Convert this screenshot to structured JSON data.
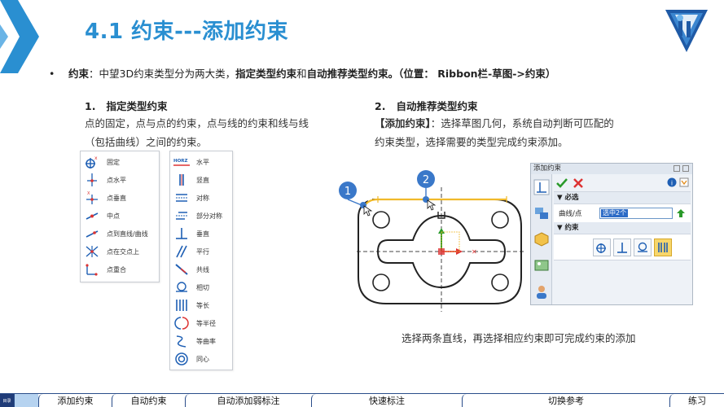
{
  "header": {
    "title": "4.1  约束---添加约束",
    "accent_color": "#2a8fd1"
  },
  "bullet": {
    "term": "约束",
    "sep": "：中望3D约束类型分为两大类，",
    "type1": "指定类型约束",
    "and": "和",
    "type2": "自动推荐类型约束",
    "period": "。",
    "location": "（位置： Ribbon栏-草图->约束）"
  },
  "section1": {
    "num": "1.",
    "title": "指定类型约束",
    "lines": [
      "点的固定，点与点的约束，点与线的约束和线与线",
      "（包括曲线）之间的约束。"
    ]
  },
  "section2": {
    "num": "2.",
    "title": "自动推荐类型约束",
    "bold_prefix": "【添加约束】",
    "line1_rest": "：选择草图几何，系统自动判断可匹配的",
    "line2": "约束类型，选择需要的类型完成约束添加。"
  },
  "panel_point": {
    "items": [
      {
        "label": "固定",
        "icon": "fix-icon"
      },
      {
        "label": "点水平",
        "icon": "point-horizontal-icon"
      },
      {
        "label": "点垂直",
        "icon": "point-vertical-icon"
      },
      {
        "label": "中点",
        "icon": "midpoint-icon"
      },
      {
        "label": "点到直线/曲线",
        "icon": "point-on-curve-icon"
      },
      {
        "label": "点在交点上",
        "icon": "point-on-intersection-icon"
      },
      {
        "label": "点重合",
        "icon": "coincident-icon"
      }
    ]
  },
  "panel_line": {
    "items": [
      {
        "label": "水平",
        "icon": "horizontal-icon",
        "tag": "HORZ"
      },
      {
        "label": "竖直",
        "icon": "vertical-icon"
      },
      {
        "label": "对称",
        "icon": "symmetric-icon"
      },
      {
        "label": "部分对称",
        "icon": "partial-symmetric-icon"
      },
      {
        "label": "垂直",
        "icon": "perpendicular-icon"
      },
      {
        "label": "平行",
        "icon": "parallel-icon"
      },
      {
        "label": "共线",
        "icon": "collinear-icon"
      },
      {
        "label": "相切",
        "icon": "tangent-icon"
      },
      {
        "label": "等长",
        "icon": "equal-length-icon"
      },
      {
        "label": "等半径",
        "icon": "equal-radius-icon"
      },
      {
        "label": "等曲率",
        "icon": "equal-curvature-icon"
      },
      {
        "label": "同心",
        "icon": "concentric-icon"
      }
    ]
  },
  "markers": {
    "m1": "1",
    "m2": "2",
    "color": "#3a78c9"
  },
  "dialog": {
    "title": "添加约束",
    "section_required": "必选",
    "field_label": "曲线/点",
    "field_value": "选中2个",
    "section_constraint": "约束"
  },
  "caption": "选择两条直线，再选择相应约束即可完成约束的添加",
  "nav": {
    "home": "目录",
    "tabs": [
      "添加约束",
      "自动约束",
      "自动添加弱标注",
      "快速标注",
      "切换参考",
      "练习"
    ]
  }
}
